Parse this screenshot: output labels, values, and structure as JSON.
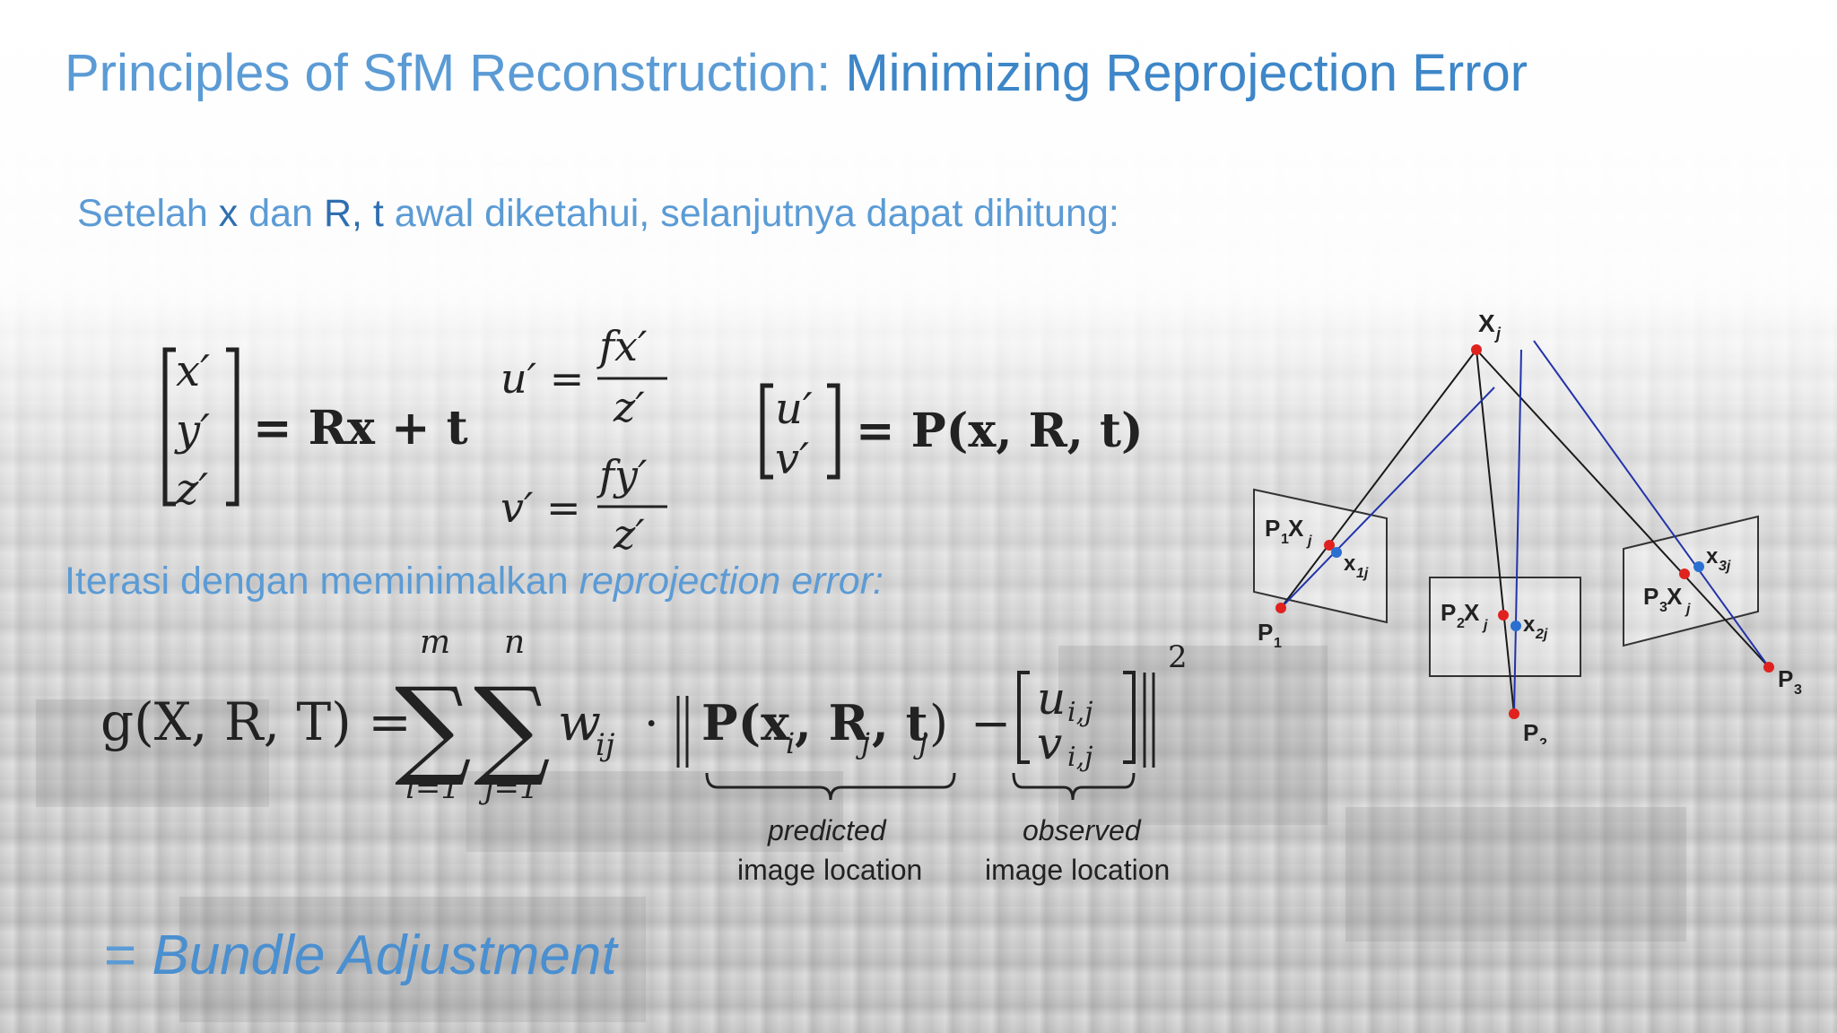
{
  "slide": {
    "title_plain": "Principles of SfM Reconstruction: ",
    "title_emphasis": "Minimizing Reprojection Error",
    "intro": {
      "p1": "Setelah ",
      "x": "x",
      "p2": " dan ",
      "rt": "R, t",
      "p3": " awal diketahui, selanjutnya dapat dihitung:"
    },
    "iteration": {
      "plain": "Iterasi dengan meminimalkan ",
      "italic": "reprojection error:"
    },
    "bundle": {
      "eq": "= ",
      "italic": "Bundle Adjustment"
    }
  },
  "equations": {
    "vec_x": [
      "x′",
      "y′",
      "z′"
    ],
    "eq_rt": "= Rx + t",
    "u_lhs": "u′ =",
    "u_num": "fx′",
    "u_den": "z′",
    "v_lhs": "v′ =",
    "v_num": "fy′",
    "v_den": "z′",
    "vec_u": [
      "u′",
      "v′"
    ],
    "eq_p": "= P(x, R, t)",
    "g_lhs": "g(X, R, T) =",
    "sum1_top": "m",
    "sum1_bot": "i=1",
    "sum2_top": "n",
    "sum2_bot": "j=1",
    "sigma": "∑",
    "weight": "w",
    "weight_sub": "ij",
    "dot": "·",
    "pred": "P(x",
    "pred_i": "i",
    "pred_mid": ", R",
    "pred_j": "j",
    "pred_mid2": ", t",
    "pred_j2": "j",
    "pred_end": ")",
    "minus": "−",
    "obs_u": "u",
    "obs_v": "v",
    "obs_sub": "i,j",
    "power": "2",
    "label_predicted": "predicted",
    "label_predicted_2": "image location",
    "label_observed": "observed",
    "label_observed_2": "image location"
  },
  "diagram": {
    "point_label": "X",
    "point_sub": "j",
    "cameras": [
      {
        "proj_label": "P",
        "proj_sub": "1",
        "X": "X",
        "X_sub": "j",
        "obs": "x",
        "obs_sub": "1j",
        "cam": "P",
        "cam_sub": "1"
      },
      {
        "proj_label": "P",
        "proj_sub": "2",
        "X": "X",
        "X_sub": "j",
        "obs": "x",
        "obs_sub": "2j",
        "cam": "P",
        "cam_sub": "2"
      },
      {
        "proj_label": "P",
        "proj_sub": "3",
        "X": "X",
        "X_sub": "j",
        "obs": "x",
        "obs_sub": "3j",
        "cam": "P",
        "cam_sub": "3"
      }
    ],
    "colors": {
      "predicted": "#e0221f",
      "observed": "#2a6fd1",
      "ray_black": "#1a1a1a",
      "ray_blue": "#2233aa"
    }
  }
}
